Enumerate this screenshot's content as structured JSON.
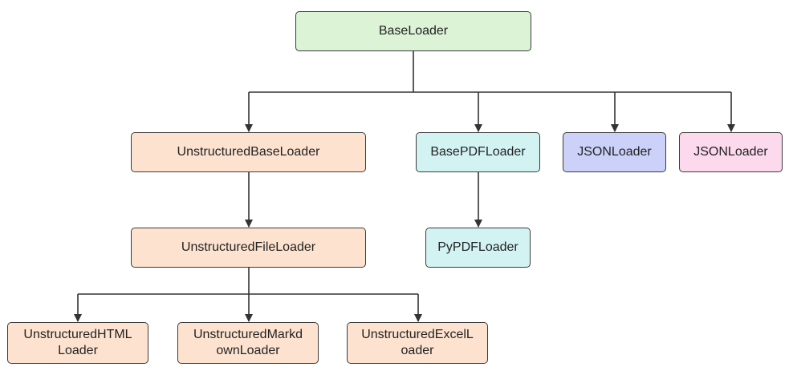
{
  "colors": {
    "root": "#dcf3d6",
    "unstructured": "#fde3cf",
    "pdf": "#d3f3f3",
    "json_blue": "#cbd1f8",
    "json_pink": "#fcd9ec",
    "line": "#333333"
  },
  "nodes": {
    "base_loader": {
      "label": "BaseLoader"
    },
    "unstructured_base_loader": {
      "label": "UnstructuredBaseLoader"
    },
    "base_pdf_loader": {
      "label": "BasePDFLoader"
    },
    "json_loader_1": {
      "label": "JSONLoader"
    },
    "json_loader_2": {
      "label": "JSONLoader"
    },
    "unstructured_file_loader": {
      "label": "UnstructuredFileLoader"
    },
    "pypdf_loader": {
      "label": "PyPDFLoader"
    },
    "unstructured_html_loader": {
      "line1": "UnstructuredHTML",
      "line2": "Loader"
    },
    "unstructured_markdown_loader": {
      "line1": "UnstructuredMarkd",
      "line2": "ownLoader"
    },
    "unstructured_excel_loader": {
      "line1": "UnstructuredExcelL",
      "line2": "oader"
    }
  }
}
